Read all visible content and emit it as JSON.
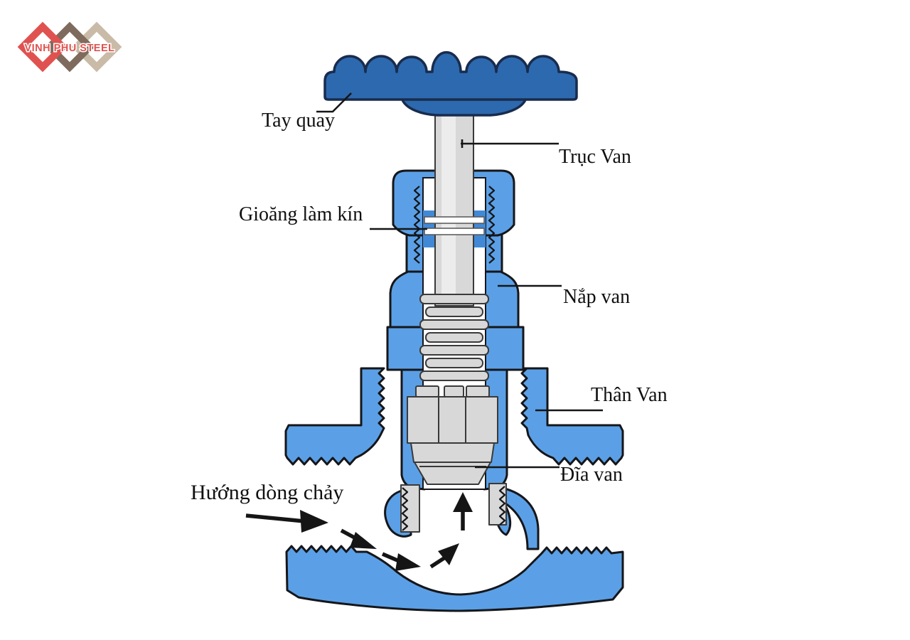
{
  "logo": {
    "text": "VINH PHU STEEL"
  },
  "labels": {
    "handwheel": "Tay quay",
    "stem": "Trục Van",
    "gasket": "Gioăng làm kín",
    "bonnet": "Nắp van",
    "body": "Thân Van",
    "disc": "Đĩa van",
    "flow_direction": "Hướng dòng chảy"
  },
  "colors": {
    "handwheel": "#2d69ae",
    "body": "#5ba0e6",
    "packing": "#4189d6",
    "metal": "#d8d8d8",
    "metal_light": "#ececec",
    "outline": "#15161a",
    "logo_red": "#e0524f",
    "logo_brown": "#7f6b5d",
    "logo_tan": "#c9bba7"
  }
}
